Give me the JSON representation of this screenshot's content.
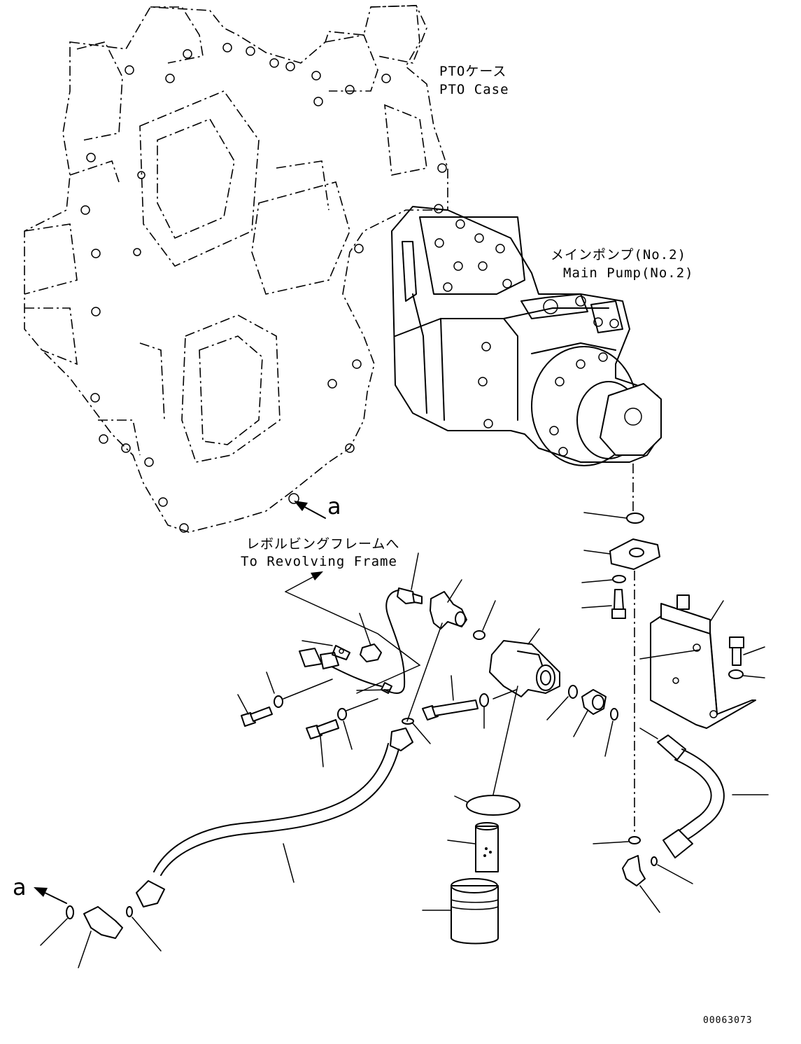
{
  "labels": {
    "pto_case_jp": "PTOケース",
    "pto_case_en": "PTO Case",
    "main_pump_jp": "メインポンプ(No.2)",
    "main_pump_en": "Main Pump(No.2)",
    "revolving_jp": "レボルビングフレームへ",
    "revolving_en": "To Revolving Frame",
    "ref_a_top": "a",
    "ref_a_bottom": "a",
    "drawing_number": "00063073"
  }
}
